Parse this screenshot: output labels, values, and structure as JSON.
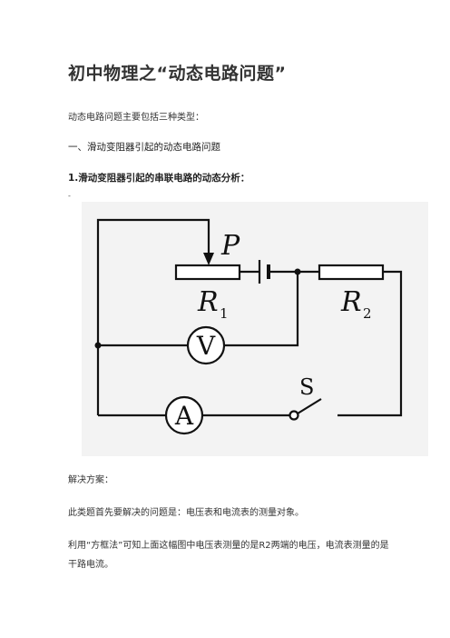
{
  "document": {
    "title": "初中物理之“动态电路问题”",
    "intro": "动态电路问题主要包括三种类型：",
    "section_heading": "一、滑动变阻器引起的动态电路问题",
    "subsection_heading": "1.滑动变阻器引起的串联电路的动态分析：",
    "small_mark": "-",
    "solution_label": "解决方案：",
    "paragraph_1": "此类题首先要解决的问题是：电压表和电流表的测量对象。",
    "paragraph_2": "利用“方框法”可知上面这幅图中电压表测量的是R2两端的电压，电流表测量的是干路电流。"
  },
  "circuit": {
    "slider_label": "P",
    "r1_label": "R",
    "r1_sub": "1",
    "r2_label": "R",
    "r2_sub": "2",
    "voltmeter_label": "V",
    "ammeter_label": "A",
    "switch_label": "S"
  }
}
